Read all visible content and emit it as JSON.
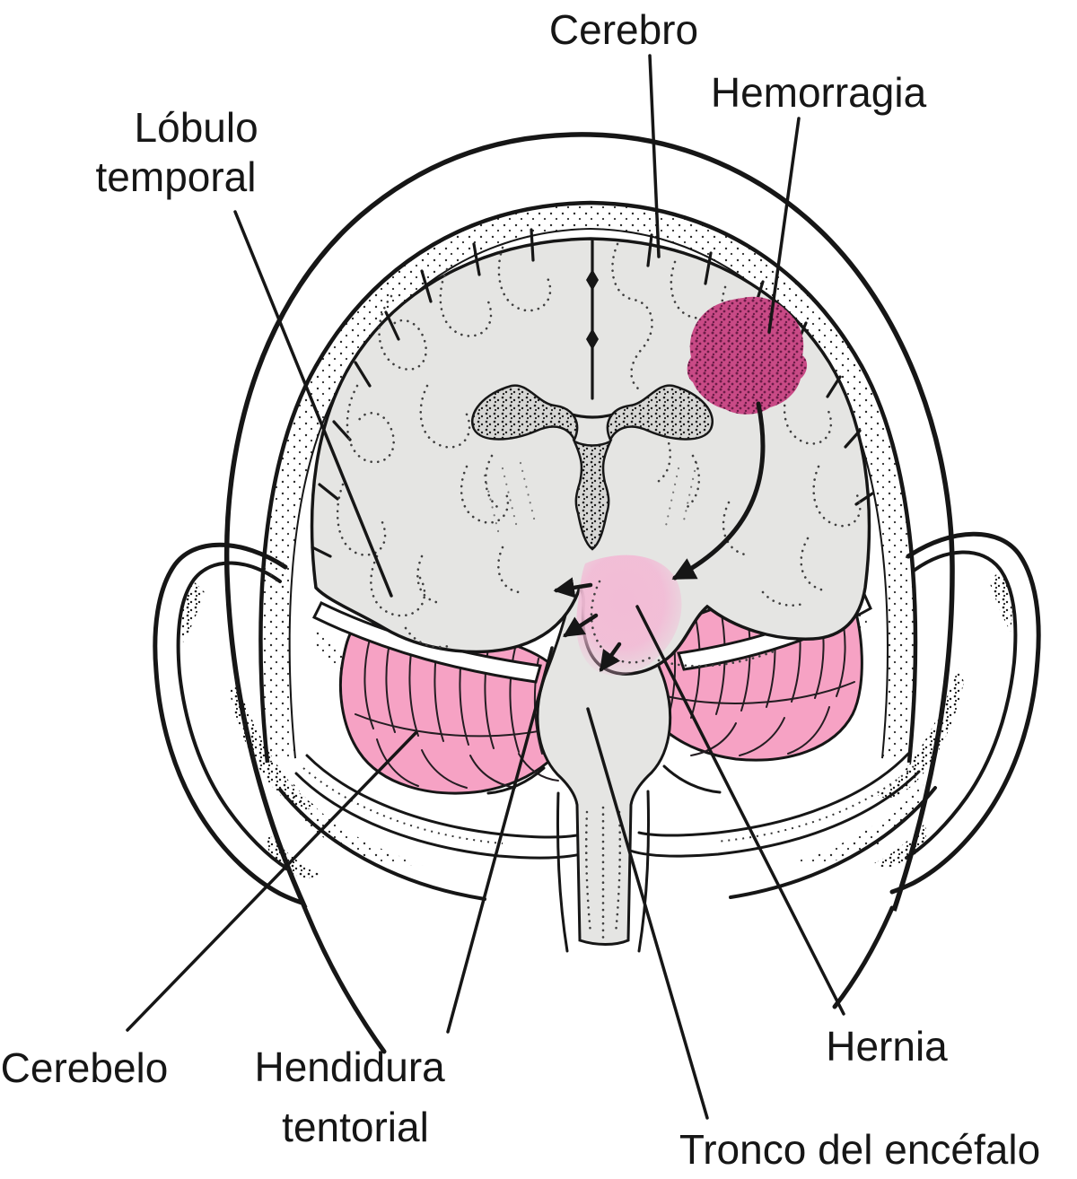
{
  "figure": {
    "type": "medical line illustration",
    "language": "es",
    "subject": "Coronal section of the head showing intracranial hemorrhage causing brain herniation"
  },
  "labels": {
    "cerebro": "Cerebro",
    "hemorragia": "Hemorragia",
    "lobulo_temporal": {
      "line1": "Lóbulo",
      "line2": "temporal"
    },
    "cerebelo": "Cerebelo",
    "hendidura_tentorial": {
      "line1": "Hendidura",
      "line2": "tentorial"
    },
    "tronco_del_encefalo": "Tronco del encéfalo",
    "hernia": "Hernia"
  },
  "colors": {
    "background": "#ffffff",
    "line_black": "#161616",
    "brain_gray": "#e5e5e3",
    "ventricle_gray": "#d6d6d4",
    "cerebellum_pink": "#f6a2c4",
    "hemorrhage_magenta": "#c94a86",
    "hemorrhage_dot": "#6b1c47",
    "hernia_pink": "#f2bcd6"
  }
}
